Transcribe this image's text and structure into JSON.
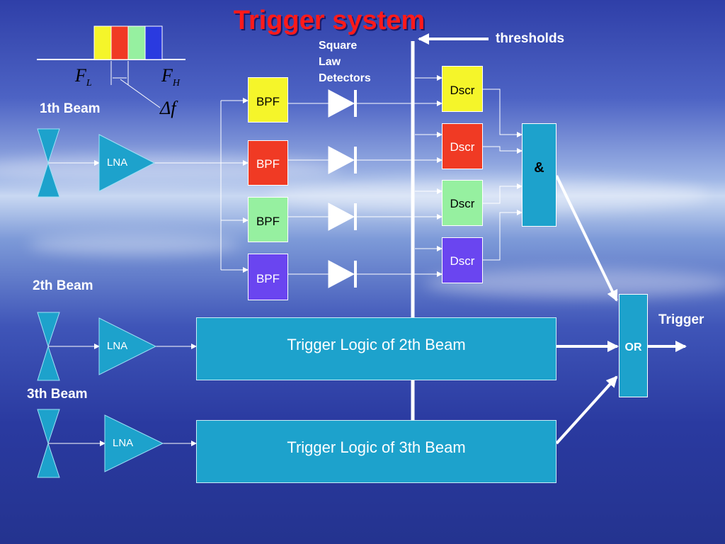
{
  "title": "Trigger system",
  "thresholds_label": "thresholds",
  "square_law": [
    "Square",
    "Law",
    "Detectors"
  ],
  "beams": {
    "b1": "1th Beam",
    "b2": "2th Beam",
    "b3": "3th Beam"
  },
  "lna_label": "LNA",
  "bpf_label": "BPF",
  "dscr_label": "Dscr",
  "and_label": "&",
  "or_label": "OR",
  "trigger_label": "Trigger",
  "logic2": "Trigger Logic of 2th Beam",
  "logic3": "Trigger Logic of 3th Beam",
  "spectrum": {
    "fl": "F",
    "fl_sub": "L",
    "fh": "F",
    "fh_sub": "H",
    "df": "Δf"
  },
  "colors": {
    "yellow": "#f5f52a",
    "red": "#f03a24",
    "green": "#96f0a0",
    "purple": "#6a45f0",
    "cyan": "#1da2cc"
  }
}
